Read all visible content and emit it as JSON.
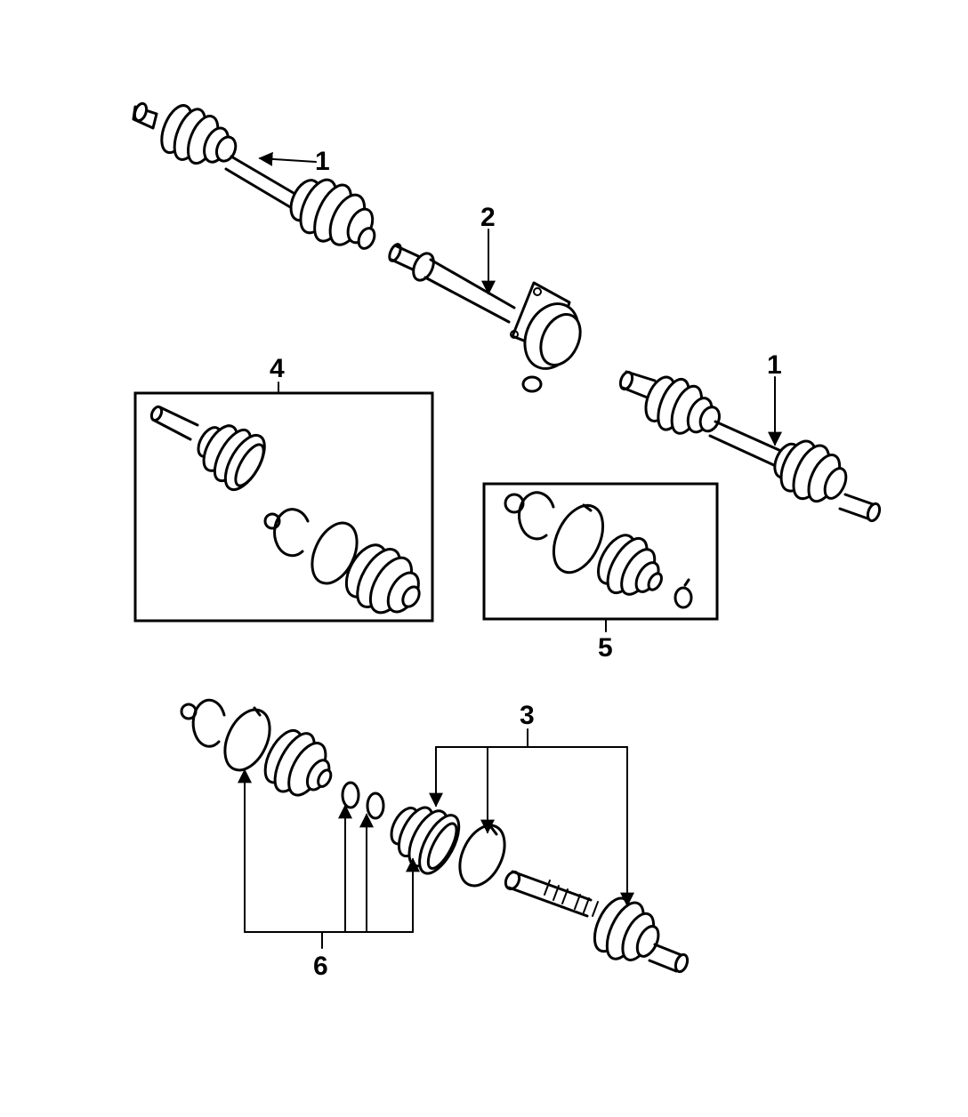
{
  "callouts": {
    "axle_upper": "1",
    "intermediate_shaft": "2",
    "inner_joint_boot_kit": "4",
    "outer_joint_boot_kit": "5",
    "axle_right": "1",
    "boot_set": "3",
    "clamp_set": "6"
  },
  "colors": {
    "line": "#000000",
    "background": "#ffffff"
  }
}
